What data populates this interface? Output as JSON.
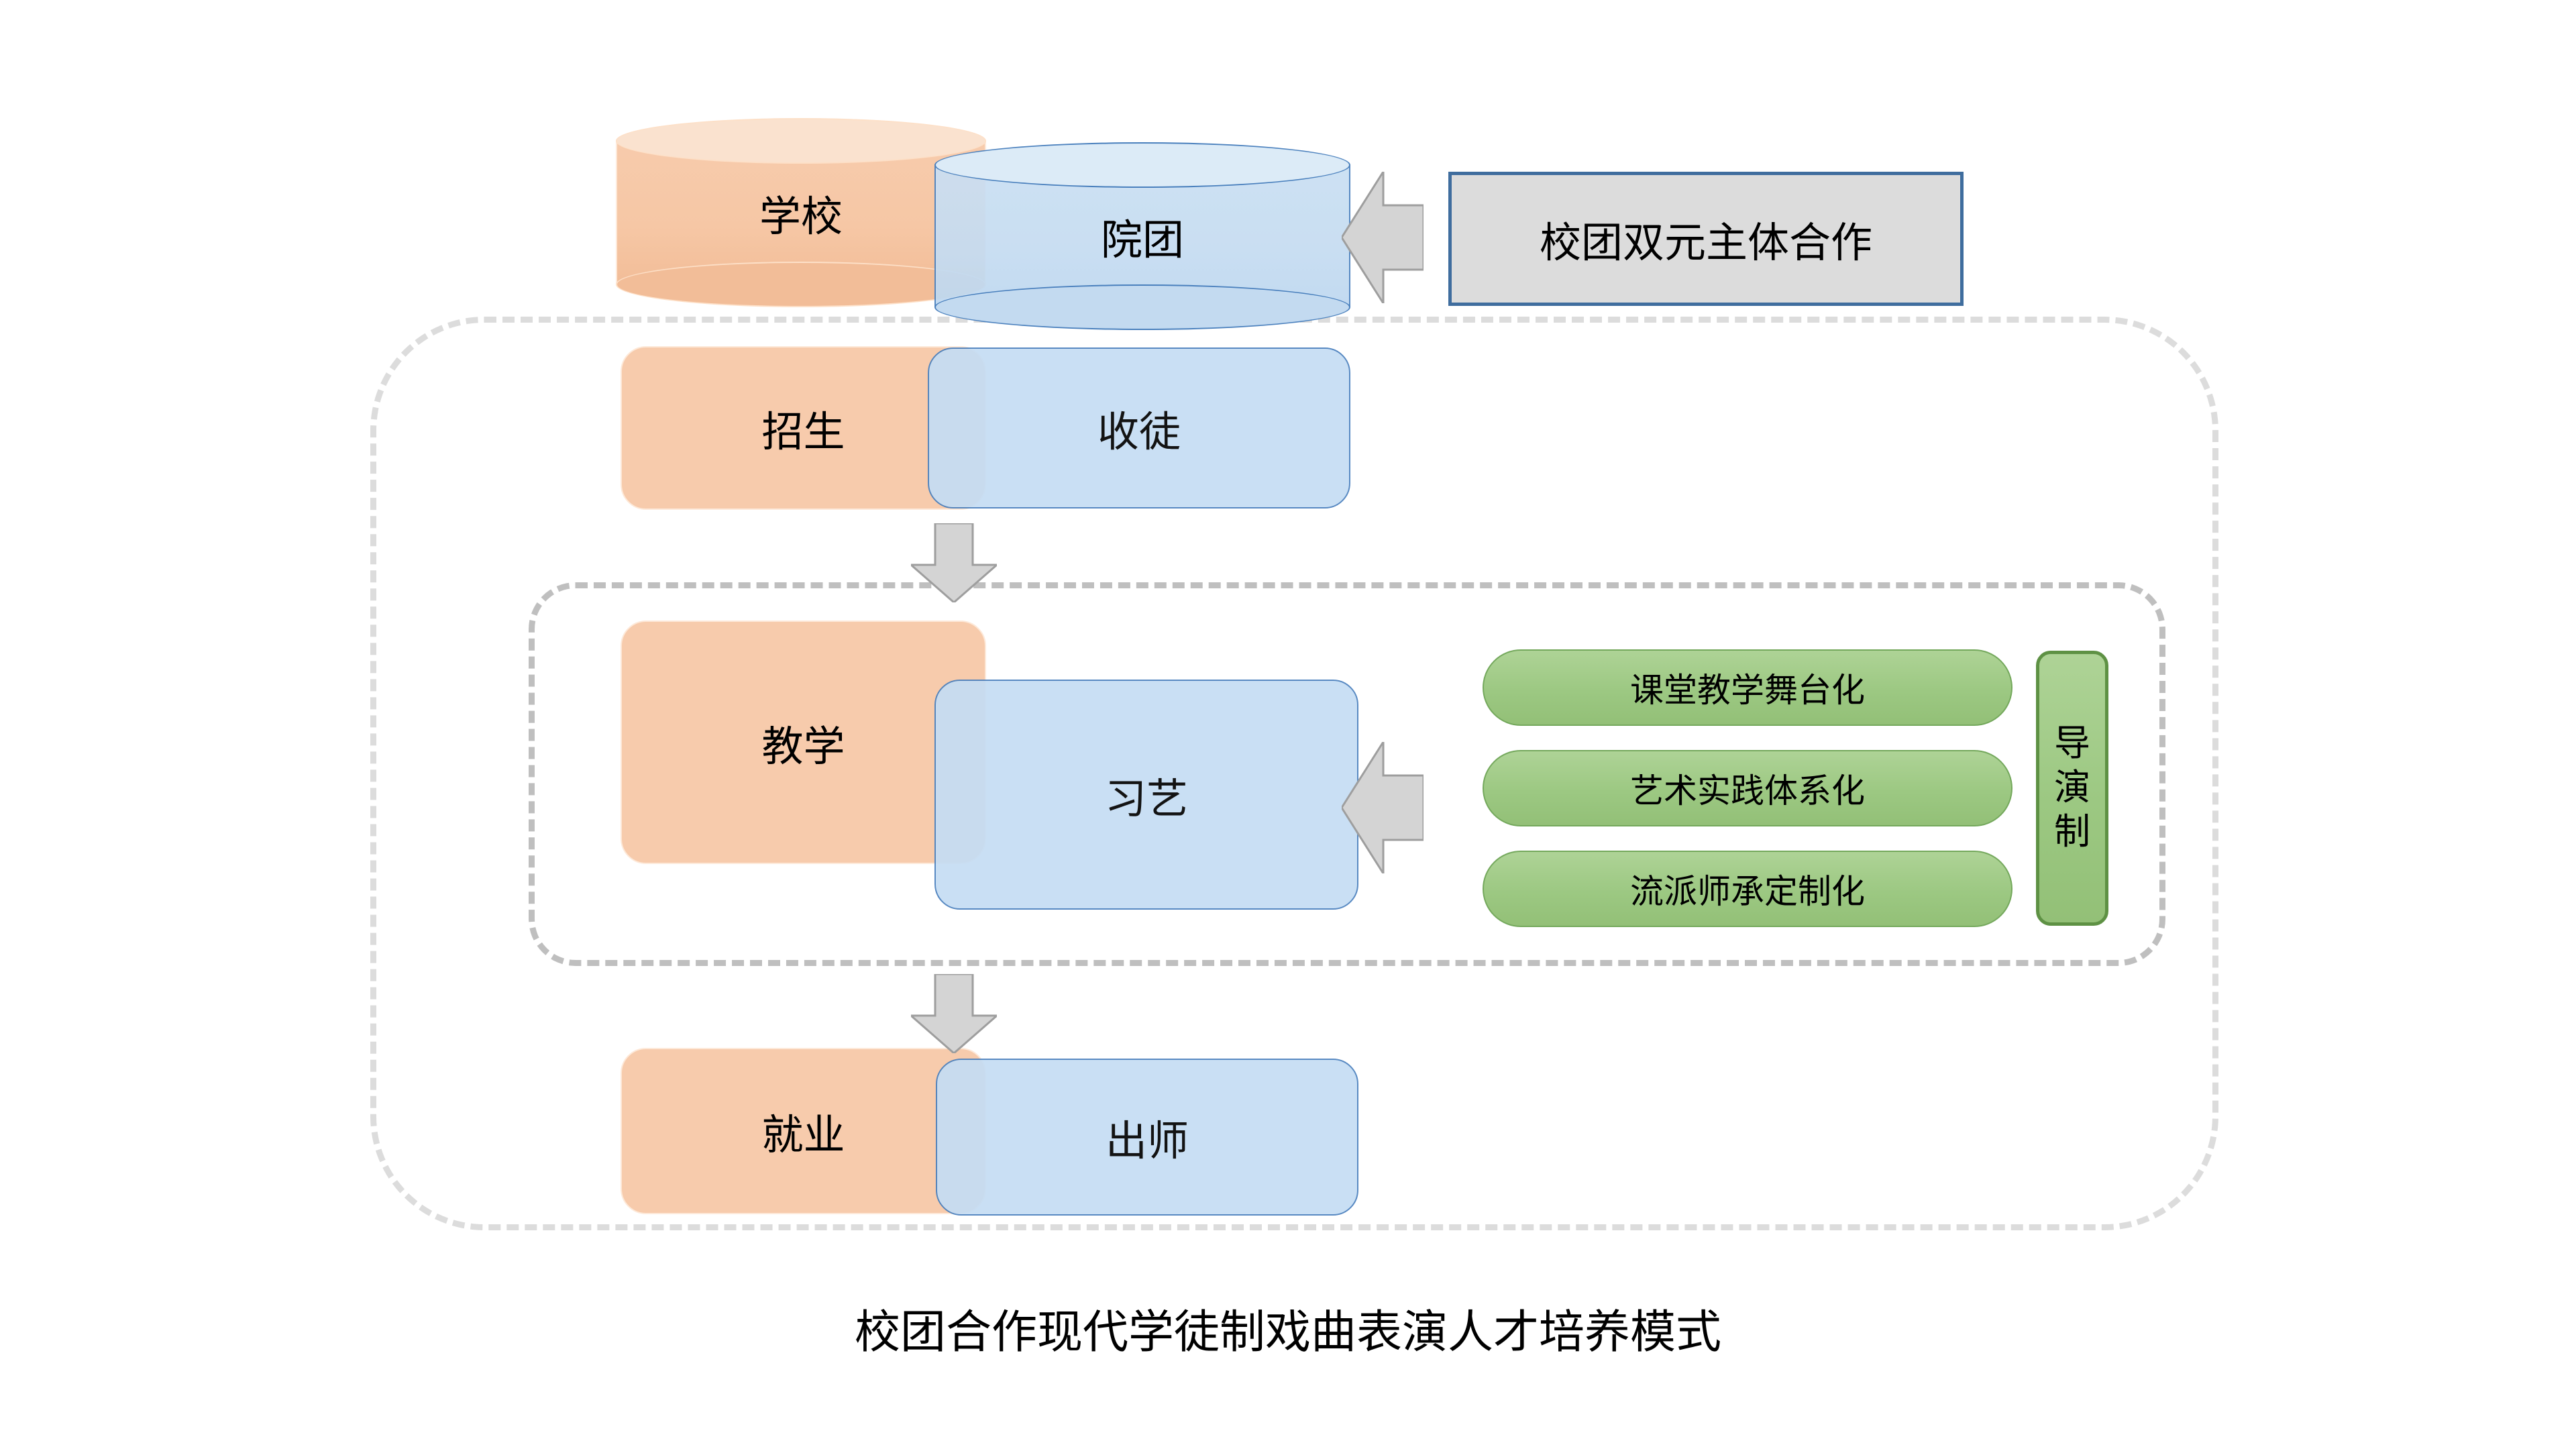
{
  "diagram": {
    "caption": "校团合作现代学徒制戏曲表演人才培养模式",
    "colors": {
      "orange_fill": "#f7cbac",
      "orange_border": "#fde9d9",
      "blue_fill": "#c5ddf4",
      "blue_border": "#4a80bd",
      "green_fill": "#9cc882",
      "green_border": "#74a85c",
      "green_dark_border": "#5e9144",
      "gray_fill": "#dcdcdc",
      "gray_border": "#3f6d9e",
      "arrow_fill": "#d4d4d4",
      "arrow_border": "#9e9e9e",
      "dashed_outer": "#dcdcdc",
      "dashed_inner": "#bfbfbf"
    },
    "rows": [
      {
        "id": "row-partners",
        "school": "学校",
        "troupe": "院团",
        "shape": "cylinder"
      },
      {
        "id": "row-enrollment",
        "school": "招生",
        "troupe": "收徒",
        "shape": "rounded-rect"
      },
      {
        "id": "row-teaching",
        "school": "教学",
        "troupe": "习艺",
        "shape": "rounded-rect"
      },
      {
        "id": "row-employment",
        "school": "就业",
        "troupe": "出师",
        "shape": "rounded-rect"
      }
    ],
    "callout": {
      "label": "校团双元主体合作",
      "arrow": "left-arrow-icon"
    },
    "teaching_methods": [
      "课堂教学舞台化",
      "艺术实践体系化",
      "流派师承定制化"
    ],
    "teaching_system": {
      "label": "导演制",
      "chars": [
        "导",
        "演",
        "制"
      ]
    },
    "flow_arrows": [
      {
        "name": "arrow-enrollment-to-teaching",
        "direction": "down"
      },
      {
        "name": "arrow-teaching-to-employment",
        "direction": "down"
      },
      {
        "name": "arrow-callout-to-troupe",
        "direction": "left"
      },
      {
        "name": "arrow-methods-to-practice",
        "direction": "left"
      }
    ]
  }
}
